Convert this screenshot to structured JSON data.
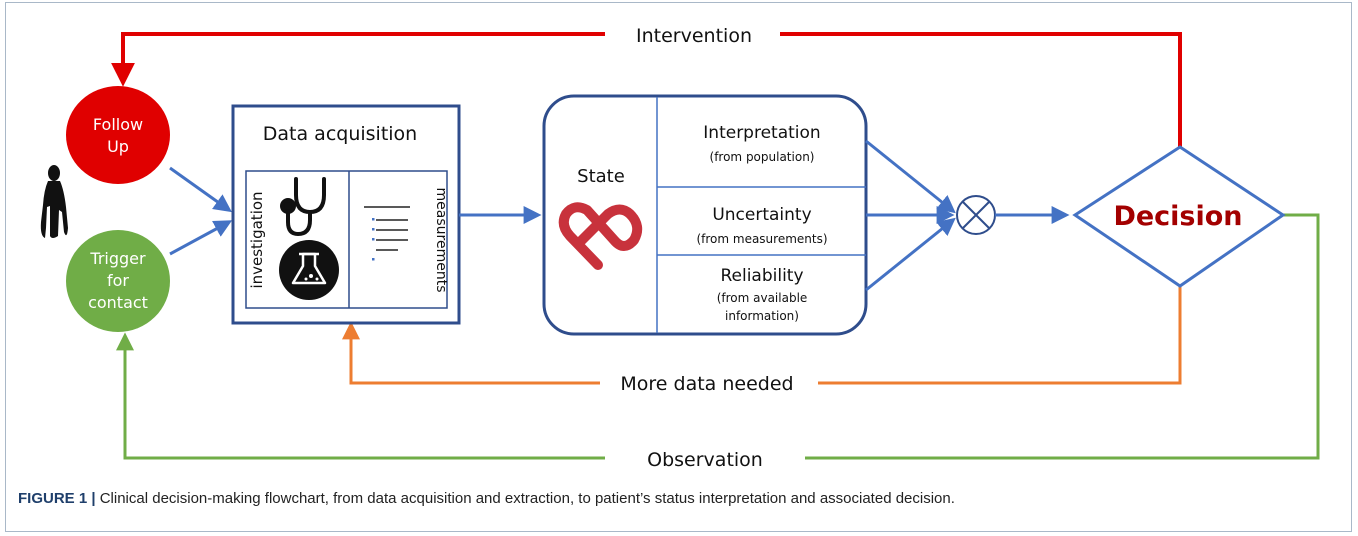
{
  "diagram": {
    "follow_up": [
      "Follow",
      "Up"
    ],
    "trigger": [
      "Trigger",
      "for",
      "contact"
    ],
    "data_acquisition_title": "Data acquisition",
    "investigation_label": "investigation",
    "measurements_label": "measurements",
    "state_label": "State",
    "interpretation": "Interpretation",
    "interpretation_sub": "(from population)",
    "uncertainty": "Uncertainty",
    "uncertainty_sub": "(from measurements)",
    "reliability": "Reliability",
    "reliability_sub": [
      "(from available",
      "information)"
    ],
    "decision": "Decision",
    "intervention": "Intervention",
    "more_data_needed": "More data needed",
    "observation": "Observation"
  },
  "caption": {
    "figure_label": "FIGURE 1 |",
    "text": "Clinical decision-making flowchart, from data acquisition and extraction, to patient’s status interpretation and associated decision."
  },
  "colors": {
    "red": "#e00000",
    "green": "#70ad47",
    "orange": "#ed7d31",
    "blue": "#4472c4",
    "navy": "#2f4d8c",
    "heart": "#c8323c",
    "decision_text": "#a30000"
  },
  "icons": [
    "person-silhouette-icon",
    "stethoscope-icon",
    "flask-icon",
    "document-list-icon",
    "heart-knot-icon",
    "multiply-circle-icon"
  ]
}
